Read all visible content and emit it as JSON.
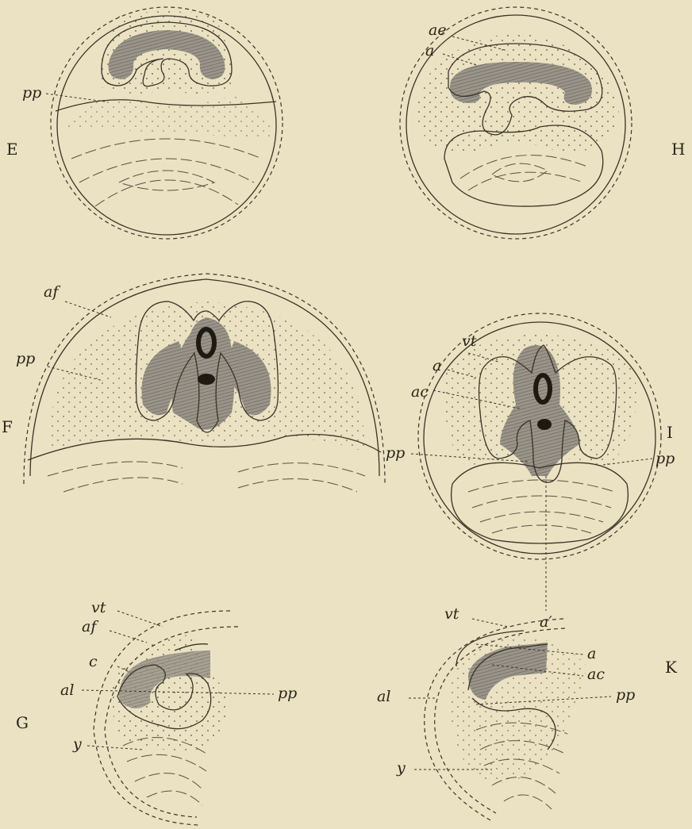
{
  "figures": {
    "E": {
      "letter": "E",
      "labels": {
        "pp": "pp"
      }
    },
    "H": {
      "letter": "H",
      "labels": {
        "ae": "ae",
        "a": "a"
      }
    },
    "F": {
      "letter": "F",
      "labels": {
        "af": "af",
        "pp": "pp"
      }
    },
    "I": {
      "letter": "I",
      "labels": {
        "vt": "vt",
        "a": "a",
        "ac": "ac",
        "pp_left": "pp",
        "pp_right": "pp",
        "a_prime": "a′"
      }
    },
    "G": {
      "letter": "G",
      "labels": {
        "vt": "vt",
        "af": "af",
        "c": "c",
        "al": "al",
        "pp": "pp",
        "y": "y"
      }
    },
    "K": {
      "letter": "K",
      "labels": {
        "vt": "vt",
        "a": "a",
        "ac": "ac",
        "al": "al",
        "pp": "pp",
        "y": "y"
      }
    }
  },
  "colors": {
    "background": "#ebe2c3",
    "ink": "#3a3326",
    "shade": "#8d877a"
  }
}
